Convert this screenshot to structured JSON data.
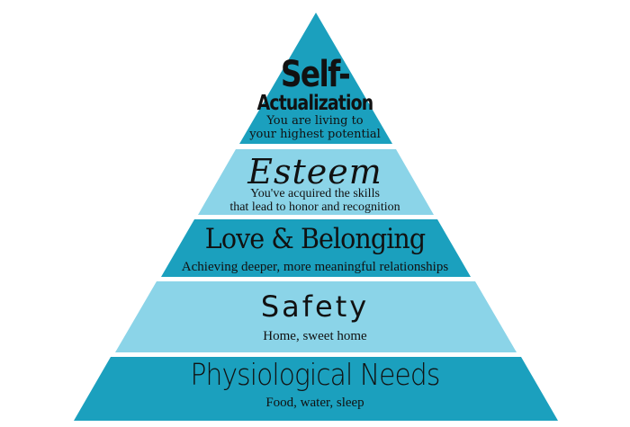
{
  "colors": {
    "dark_tier": "#1ba0be",
    "light_tier": "#8bd4e8",
    "text": "#111111"
  },
  "pyramid": {
    "tiers": [
      {
        "title_line1": "Self-",
        "title_line2": "Actualization",
        "desc_line1": "You are living to",
        "desc_line2": "your highest potential"
      },
      {
        "title": "Esteem",
        "desc_line1": "You've acquired the skills",
        "desc_line2": "that lead to honor and recognition"
      },
      {
        "title": "Love & Belonging",
        "desc": "Achieving deeper, more meaningful relationships"
      },
      {
        "title": "Safety",
        "desc": "Home, sweet home"
      },
      {
        "title": "Physiological Needs",
        "desc": "Food, water, sleep"
      }
    ]
  }
}
